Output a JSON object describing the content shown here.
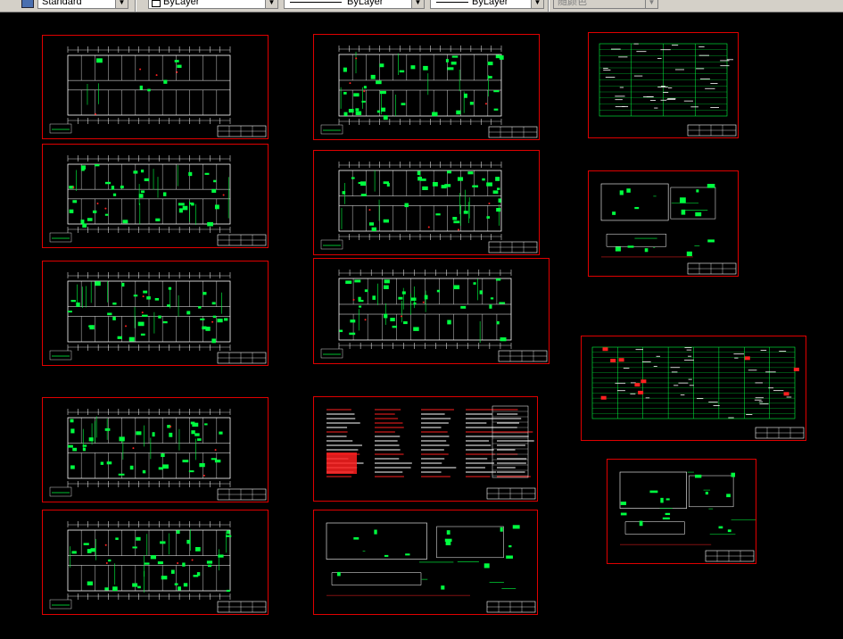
{
  "toolbar": {
    "text_style": "Standard",
    "layer": "ByLayer",
    "linetype": "ByLayer",
    "lineweight": "ByLayer",
    "color": "随颜色"
  },
  "colors": {
    "background": "#000000",
    "frame": "#e00000",
    "line": "#ffffff",
    "accent": "#00ff40",
    "highlight": "#ff2020",
    "toolbar": "#d4d0c8"
  },
  "sheets": [
    {
      "name": "sheet-site-plan",
      "kind": "plan"
    },
    {
      "name": "sheet-floor-1",
      "kind": "plan"
    },
    {
      "name": "sheet-floor-2",
      "kind": "plan"
    },
    {
      "name": "sheet-floor-3",
      "kind": "plan"
    },
    {
      "name": "sheet-floor-4",
      "kind": "plan"
    },
    {
      "name": "sheet-floor-5",
      "kind": "plan"
    },
    {
      "name": "sheet-floor-6",
      "kind": "plan"
    },
    {
      "name": "sheet-roof-plan",
      "kind": "plan"
    },
    {
      "name": "sheet-notes",
      "kind": "text"
    },
    {
      "name": "sheet-details",
      "kind": "detail"
    },
    {
      "name": "sheet-legend-table",
      "kind": "table"
    },
    {
      "name": "sheet-equipment-detail",
      "kind": "detail"
    },
    {
      "name": "sheet-schedule",
      "kind": "table"
    },
    {
      "name": "sheet-section-detail",
      "kind": "detail"
    }
  ]
}
